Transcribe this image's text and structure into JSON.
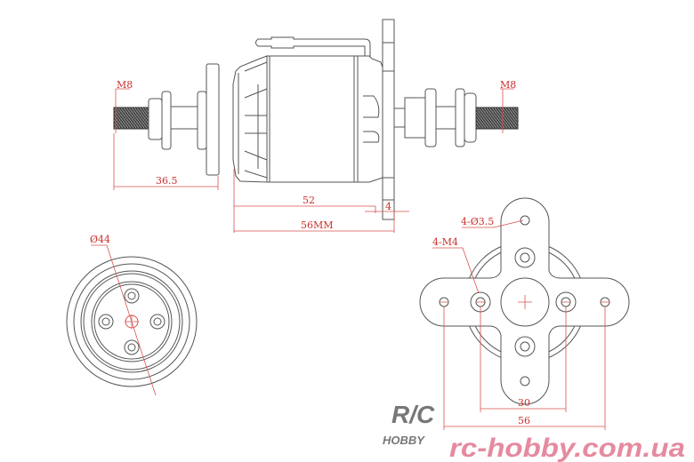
{
  "side_view": {
    "thread_left_label": "M8",
    "thread_right_label": "M8",
    "dim_prop_adapter": "36.5",
    "dim_body": "52",
    "dim_mount_plate": "4",
    "dim_total": "56MM"
  },
  "front_view": {
    "diameter_label": "Ø44"
  },
  "mount_view": {
    "outer_holes_label": "4-Ø3.5",
    "inner_holes_label": "4-M4",
    "dim_inner_spacing": "30",
    "dim_outer_spacing": "56"
  },
  "watermark": {
    "logo_top": "R/C",
    "logo_bottom": "HOBBY",
    "site": "rc-hobby.com.ua"
  },
  "colors": {
    "dimension": "#d9534f",
    "outline": "#555555",
    "hatch": "#c77dd1",
    "watermark": "#e58a9f"
  }
}
